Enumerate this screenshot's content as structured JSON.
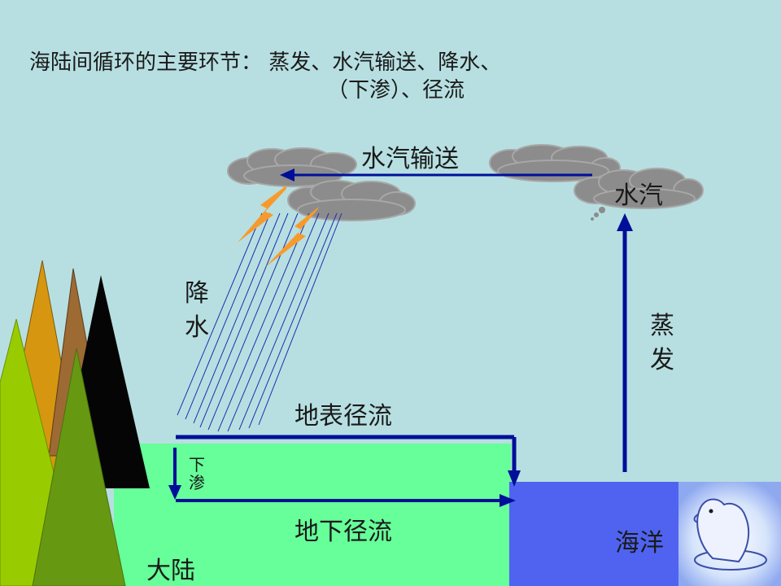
{
  "title": {
    "line1": "海陆间循环的主要环节：  蒸发、水汽输送、降水、",
    "line2": "（下渗）、径流"
  },
  "labels": {
    "vapor_transport": "水汽输送",
    "vapor": "水汽",
    "evaporation": "蒸发",
    "precipitation": "降水",
    "surface_runoff": "地表径流",
    "infiltration": "下渗",
    "groundwater_runoff": "地下径流",
    "ocean": "海洋",
    "land": "大陆"
  },
  "colors": {
    "sky": "#b7dfe1",
    "land": "#66ff99",
    "ocean": "#4f63f0",
    "arrow": "#000f99",
    "cloud": "#8c8c8c",
    "lightning": "#f79a2c"
  },
  "icons": [
    "cloud-icon",
    "lightning-icon",
    "tree-icon",
    "dolphin-icon"
  ]
}
